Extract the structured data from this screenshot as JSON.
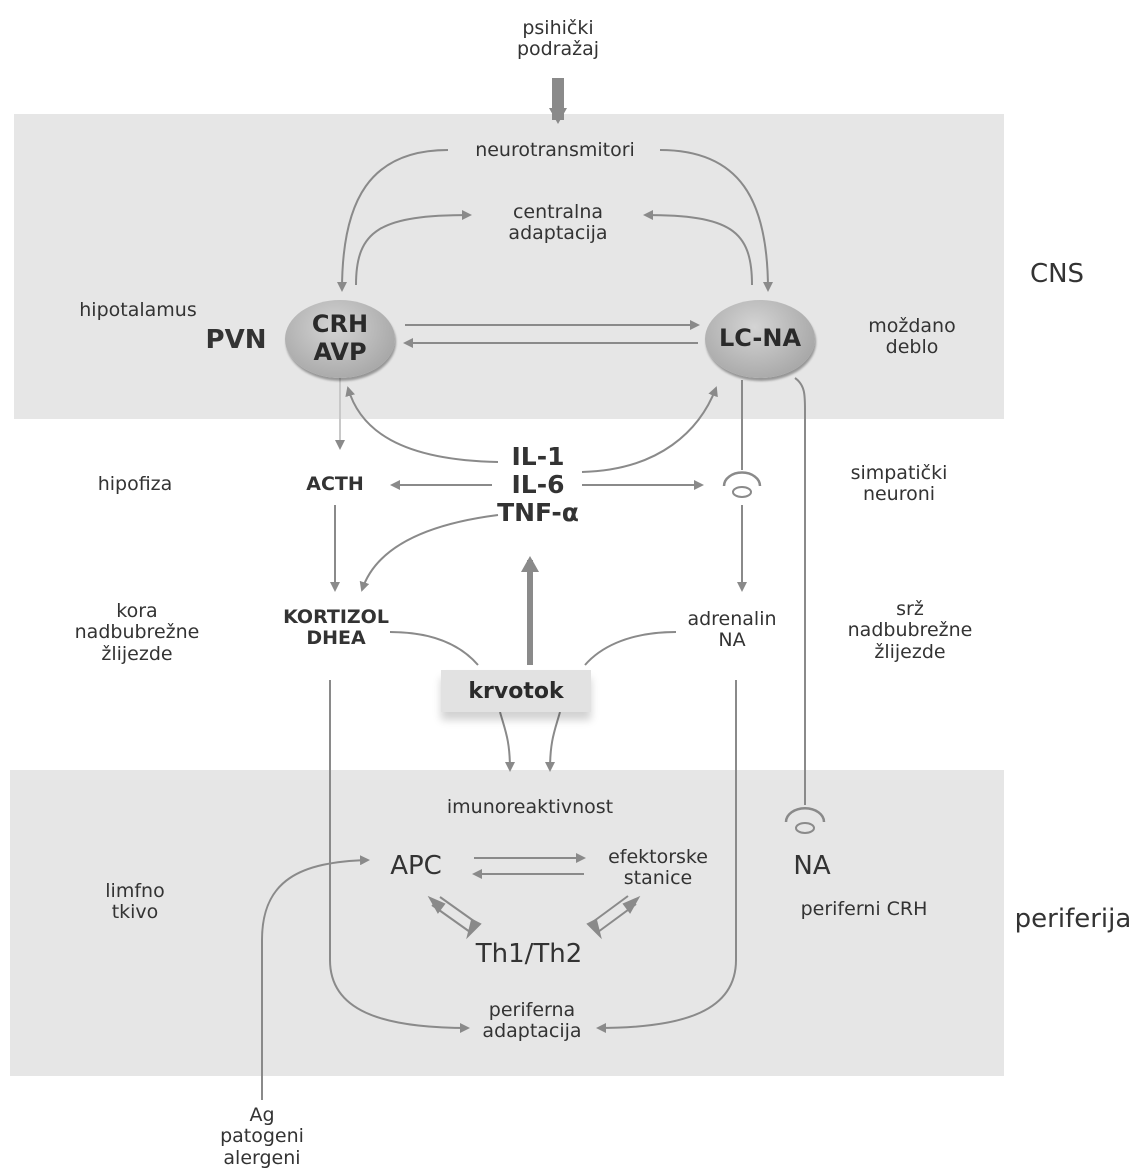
{
  "cns_label": "CNS",
  "periphery_label": "periferija",
  "stimulus": "psihički\npodražaj",
  "neurotransmitters": "neurotransmitori",
  "central_adaptation": "centralna\nadaptacija",
  "hypothalamus": "hipotalamus",
  "pvn": "PVN",
  "crh_avp": "CRH\nAVP",
  "lc_na": "LC-NA",
  "brainstem": "moždano\ndeblo",
  "pituitary": "hipofiza",
  "acth": "ACTH",
  "cytokines": "IL-1\nIL-6\nTNF-α",
  "sympathetic_neurons": "simpatički\nneuroni",
  "adrenal_cortex": "kora\nnadbubrežne\nžlijezde",
  "cortisol_dhea": "KORTIZOL\nDHEA",
  "adrenaline_na": "adrenalin\nNA",
  "adrenal_medulla": "srž\nnadbubrežne\nžlijezde",
  "bloodstream": "krvotok",
  "immunoreactivity": "imunoreaktivnost",
  "lymphoid_tissue": "limfno\ntkivo",
  "apc": "APC",
  "effector_cells": "efektorske\nstanice",
  "th1_th2": "Th1/Th2",
  "na_peripheral": "NA",
  "peripheral_crh": "periferni CRH",
  "peripheral_adaptation": "periferna\nadaptacija",
  "antigens": "Ag\npatogeni\nalergeni"
}
